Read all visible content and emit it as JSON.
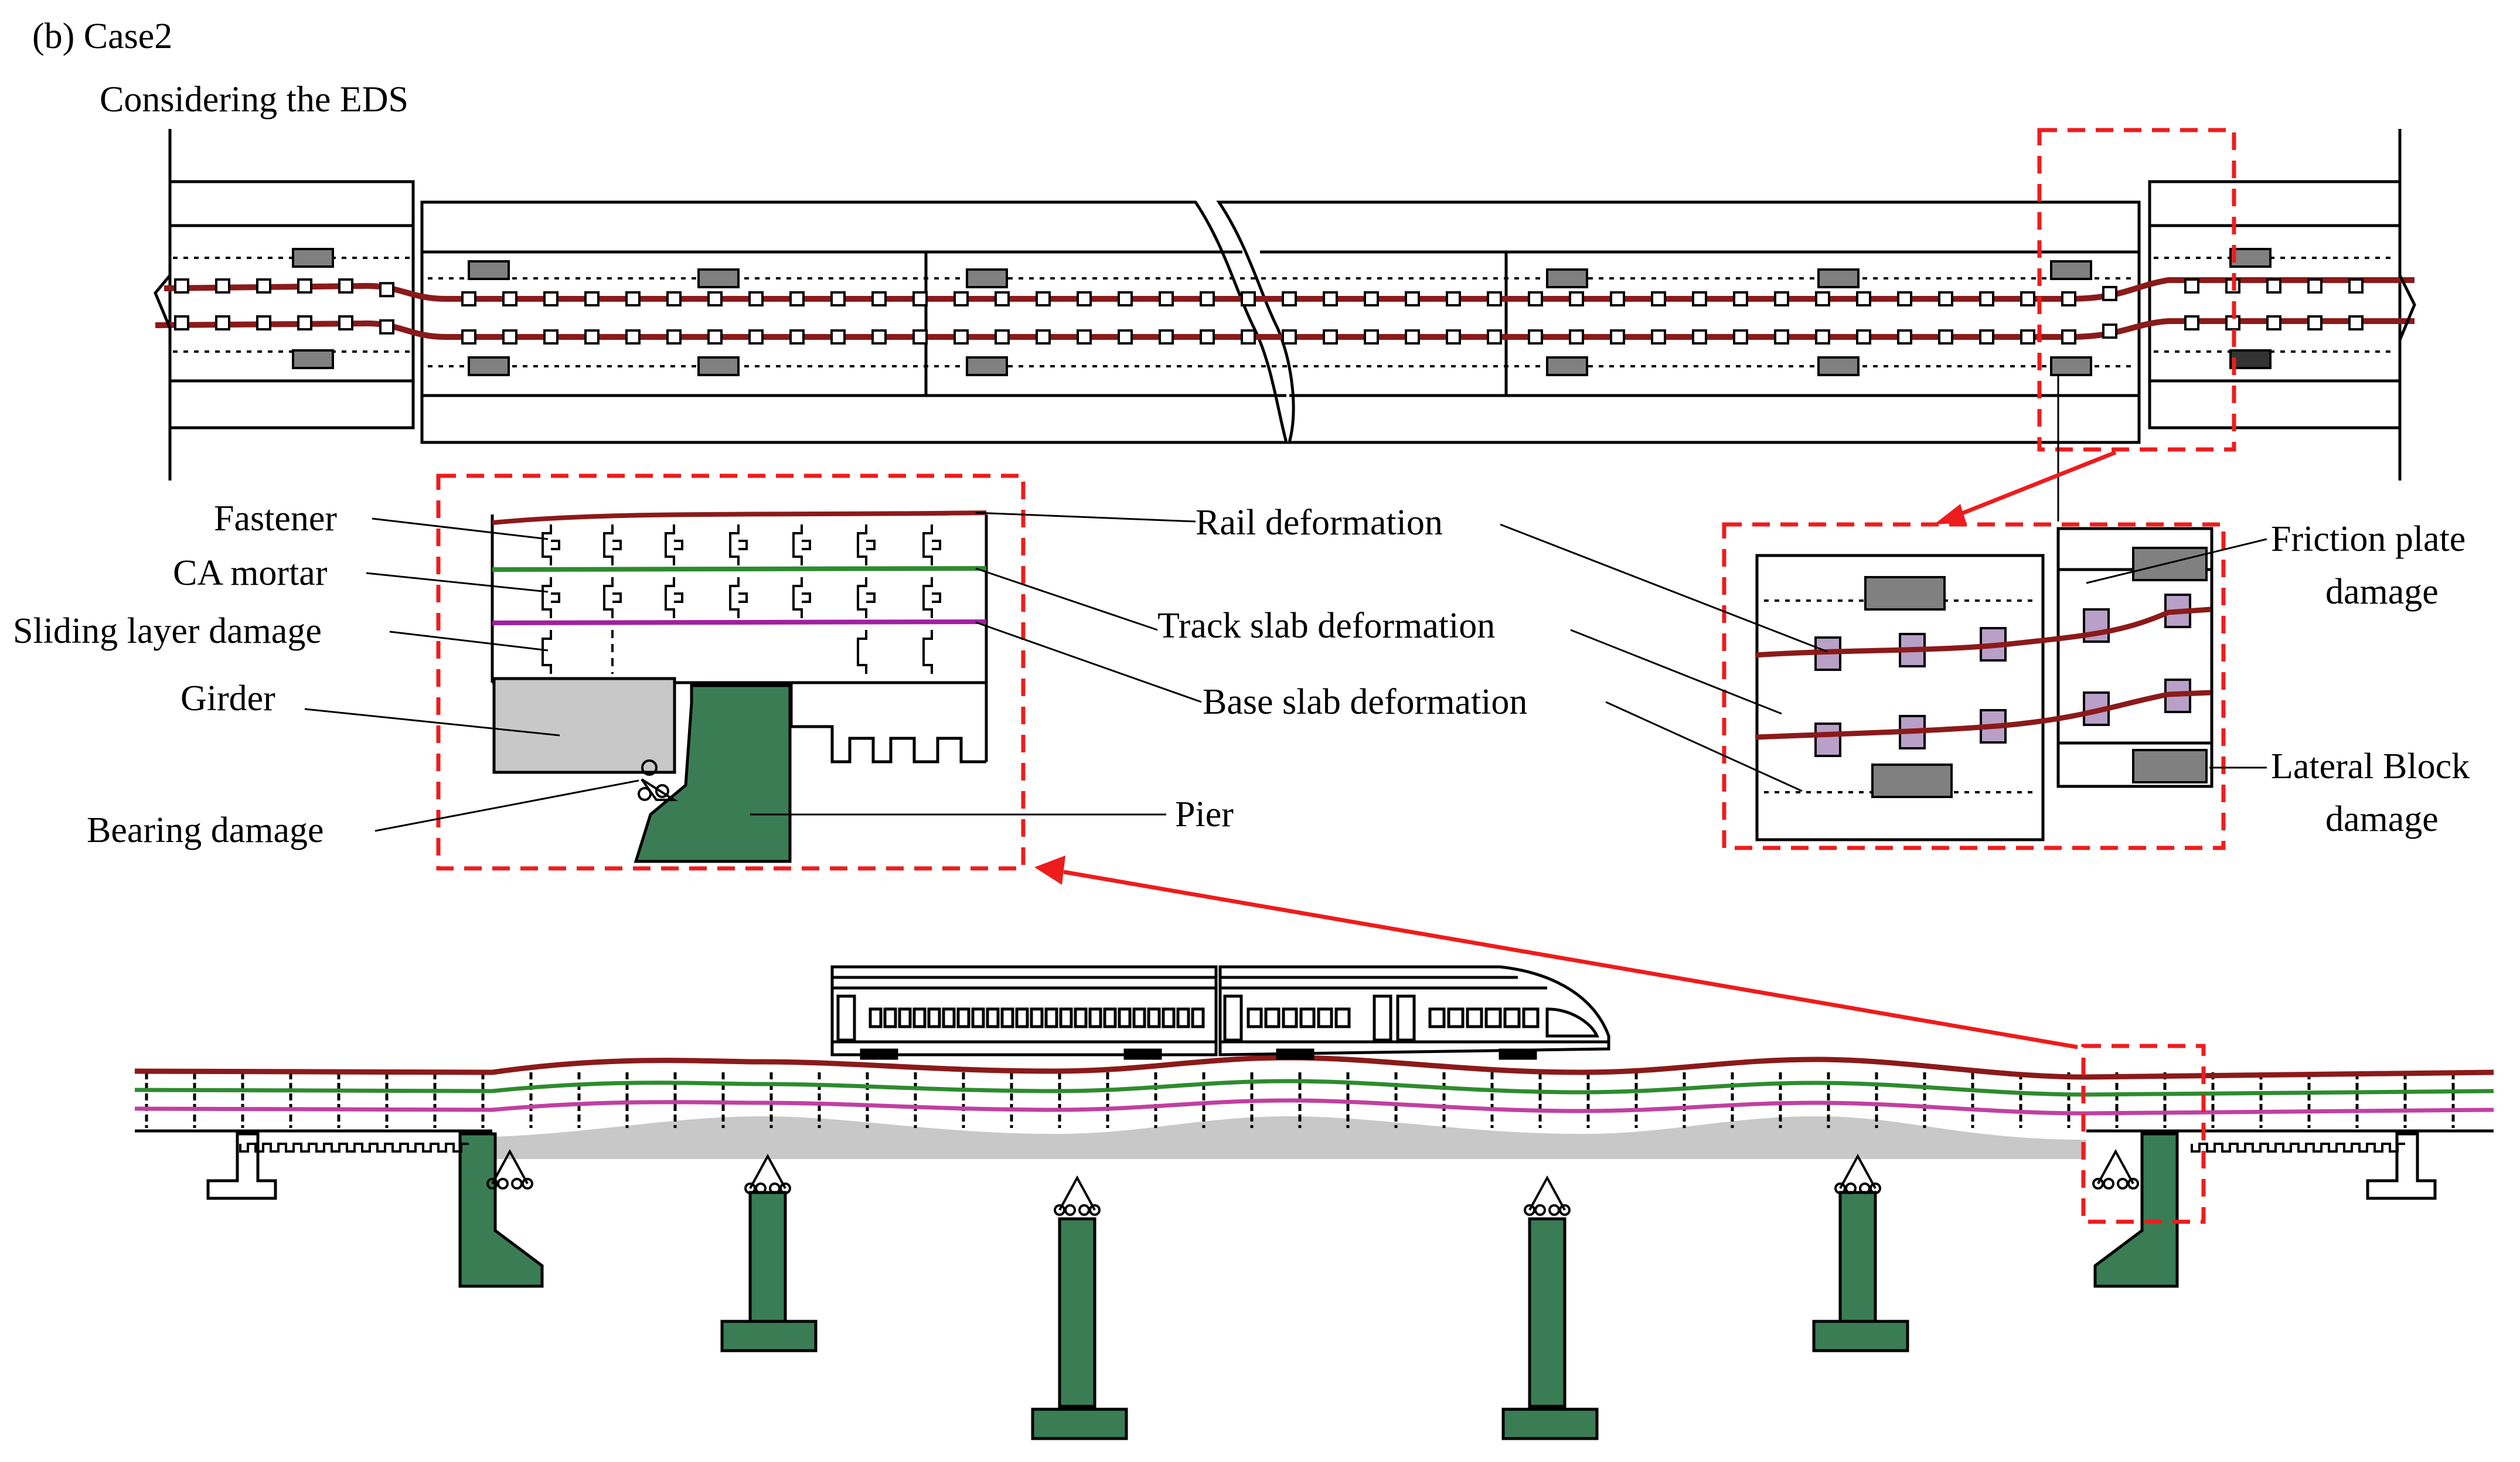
{
  "figure": {
    "panel_label": "(b) Case2",
    "subtitle": "Considering the EDS"
  },
  "labels": {
    "fastener": "Fastener",
    "ca_mortar": "CA mortar",
    "sliding_layer_damage": "Sliding layer damage",
    "girder": "Girder",
    "bearing_damage": "Bearing damage",
    "rail_deformation": "Rail deformation",
    "track_slab_deformation": "Track slab deformation",
    "base_slab_deformation": "Base slab deformation",
    "pier": "Pier",
    "friction_plate_damage_1": "Friction plate",
    "friction_plate_damage_2": "damage",
    "lateral_block_damage_1": "Lateral Block",
    "lateral_block_damage_2": "damage"
  },
  "colors": {
    "rail": "#8b1a1a",
    "track_slab": "#2e8b2e",
    "base_slab": "#a020a0",
    "highlight": "#ee1c1c",
    "pier": "#3a7d55",
    "girder_fill": "#c8c8c8",
    "block_fill": "#808080",
    "pad_fill": "#b8a0c8"
  }
}
